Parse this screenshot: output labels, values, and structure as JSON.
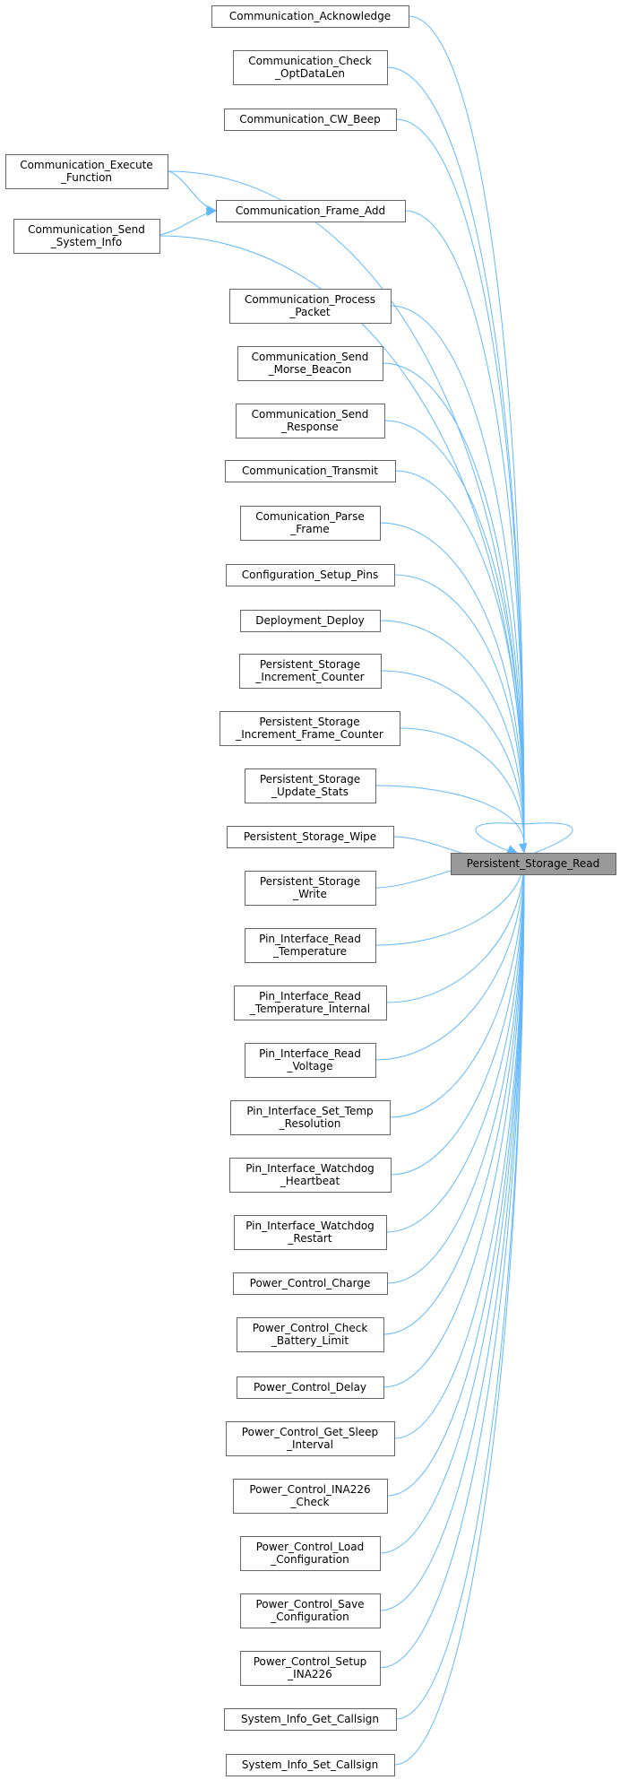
{
  "diagram": {
    "type": "caller-graph",
    "edge_color": "#63b8ff",
    "node_fill": "#ffffff",
    "node_stroke": "#666666",
    "target_fill": "#999999",
    "target": {
      "label": [
        "Persistent_Storage_Read"
      ]
    },
    "callers": [
      {
        "label": [
          "Communication_Acknowledge"
        ]
      },
      {
        "label": [
          "Communication_Check",
          "_OptDataLen"
        ]
      },
      {
        "label": [
          "Communication_CW_Beep"
        ]
      },
      {
        "label": [
          "Communication_Execute",
          "_Function"
        ]
      },
      {
        "label": [
          "Communication_Frame_Add"
        ]
      },
      {
        "label": [
          "Communication_Send",
          "_System_Info"
        ]
      },
      {
        "label": [
          "Communication_Process",
          "_Packet"
        ]
      },
      {
        "label": [
          "Communication_Send",
          "_Morse_Beacon"
        ]
      },
      {
        "label": [
          "Communication_Send",
          "_Response"
        ]
      },
      {
        "label": [
          "Communication_Transmit"
        ]
      },
      {
        "label": [
          "Comunication_Parse",
          "_Frame"
        ]
      },
      {
        "label": [
          "Configuration_Setup_Pins"
        ]
      },
      {
        "label": [
          "Deployment_Deploy"
        ]
      },
      {
        "label": [
          "Persistent_Storage",
          "_Increment_Counter"
        ]
      },
      {
        "label": [
          "Persistent_Storage",
          "_Increment_Frame_Counter"
        ]
      },
      {
        "label": [
          "Persistent_Storage",
          "_Update_Stats"
        ]
      },
      {
        "label": [
          "Persistent_Storage_Wipe"
        ]
      },
      {
        "label": [
          "Persistent_Storage",
          "_Write"
        ]
      },
      {
        "label": [
          "Pin_Interface_Read",
          "_Temperature"
        ]
      },
      {
        "label": [
          "Pin_Interface_Read",
          "_Temperature_Internal"
        ]
      },
      {
        "label": [
          "Pin_Interface_Read",
          "_Voltage"
        ]
      },
      {
        "label": [
          "Pin_Interface_Set_Temp",
          "_Resolution"
        ]
      },
      {
        "label": [
          "Pin_Interface_Watchdog",
          "_Heartbeat"
        ]
      },
      {
        "label": [
          "Pin_Interface_Watchdog",
          "_Restart"
        ]
      },
      {
        "label": [
          "Power_Control_Charge"
        ]
      },
      {
        "label": [
          "Power_Control_Check",
          "_Battery_Limit"
        ]
      },
      {
        "label": [
          "Power_Control_Delay"
        ]
      },
      {
        "label": [
          "Power_Control_Get_Sleep",
          "_Interval"
        ]
      },
      {
        "label": [
          "Power_Control_INA226",
          "_Check"
        ]
      },
      {
        "label": [
          "Power_Control_Load",
          "_Configuration"
        ]
      },
      {
        "label": [
          "Power_Control_Save",
          "_Configuration"
        ]
      },
      {
        "label": [
          "Power_Control_Setup",
          "_INA226"
        ]
      },
      {
        "label": [
          "System_Info_Get_Callsign"
        ]
      },
      {
        "label": [
          "System_Info_Set_Callsign"
        ]
      }
    ]
  }
}
